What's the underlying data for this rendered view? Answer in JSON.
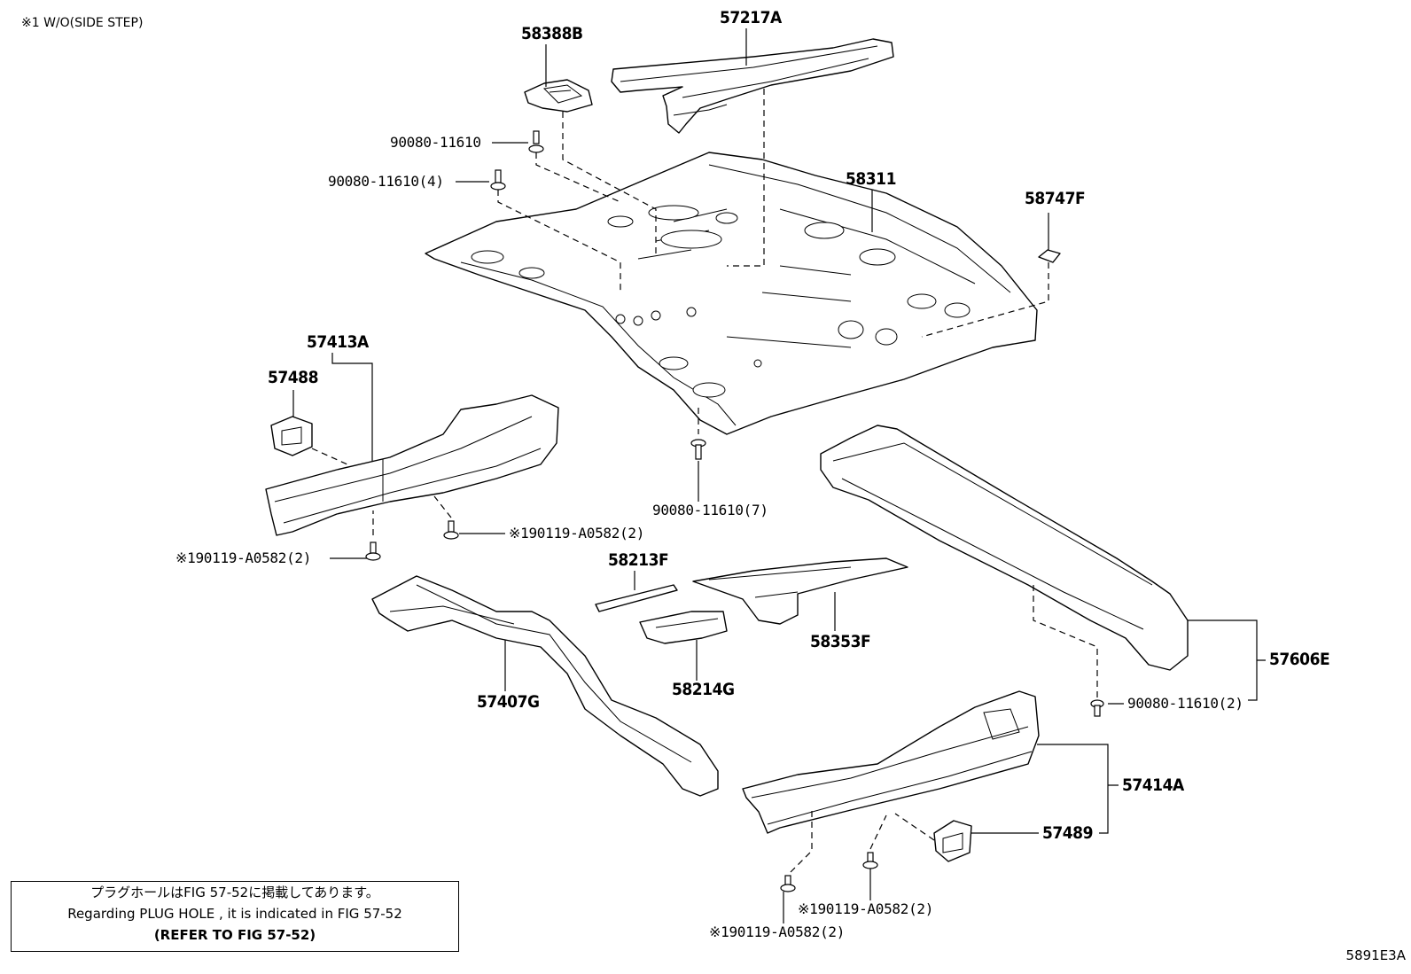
{
  "header_note": "※1 W/O(SIDE STEP)",
  "figure_id": "5891E3A",
  "plug_hole_note": {
    "japanese": "プラグホールはFIG 57-52に掲載してあります。",
    "english": "Regarding PLUG HOLE , it is indicated in FIG 57-52",
    "refer": "(REFER TO FIG 57-52)"
  },
  "parts": [
    {
      "id": "p58388B",
      "label": "58388B"
    },
    {
      "id": "p57217A",
      "label": "57217A"
    },
    {
      "id": "p58311",
      "label": "58311"
    },
    {
      "id": "p58747F",
      "label": "58747F"
    },
    {
      "id": "p57413A",
      "label": "57413A"
    },
    {
      "id": "p57488",
      "label": "57488"
    },
    {
      "id": "p58213F",
      "label": "58213F"
    },
    {
      "id": "p58353F",
      "label": "58353F"
    },
    {
      "id": "p58214G",
      "label": "58214G"
    },
    {
      "id": "p57407G",
      "label": "57407G"
    },
    {
      "id": "p57606E",
      "label": "57606E"
    },
    {
      "id": "p57414A",
      "label": "57414A"
    },
    {
      "id": "p57489",
      "label": "57489"
    }
  ],
  "fasteners": [
    {
      "id": "f1",
      "label": "90080-11610"
    },
    {
      "id": "f2",
      "label": "90080-11610(4)"
    },
    {
      "id": "f3",
      "label": "90080-11610(7)"
    },
    {
      "id": "f4",
      "label": "90080-11610(2)"
    },
    {
      "id": "f5",
      "label": "※190119-A0582(2)"
    },
    {
      "id": "f6",
      "label": "※190119-A0582(2)"
    },
    {
      "id": "f7",
      "label": "※190119-A0582(2)"
    },
    {
      "id": "f8",
      "label": "※190119-A0582(2)"
    }
  ]
}
